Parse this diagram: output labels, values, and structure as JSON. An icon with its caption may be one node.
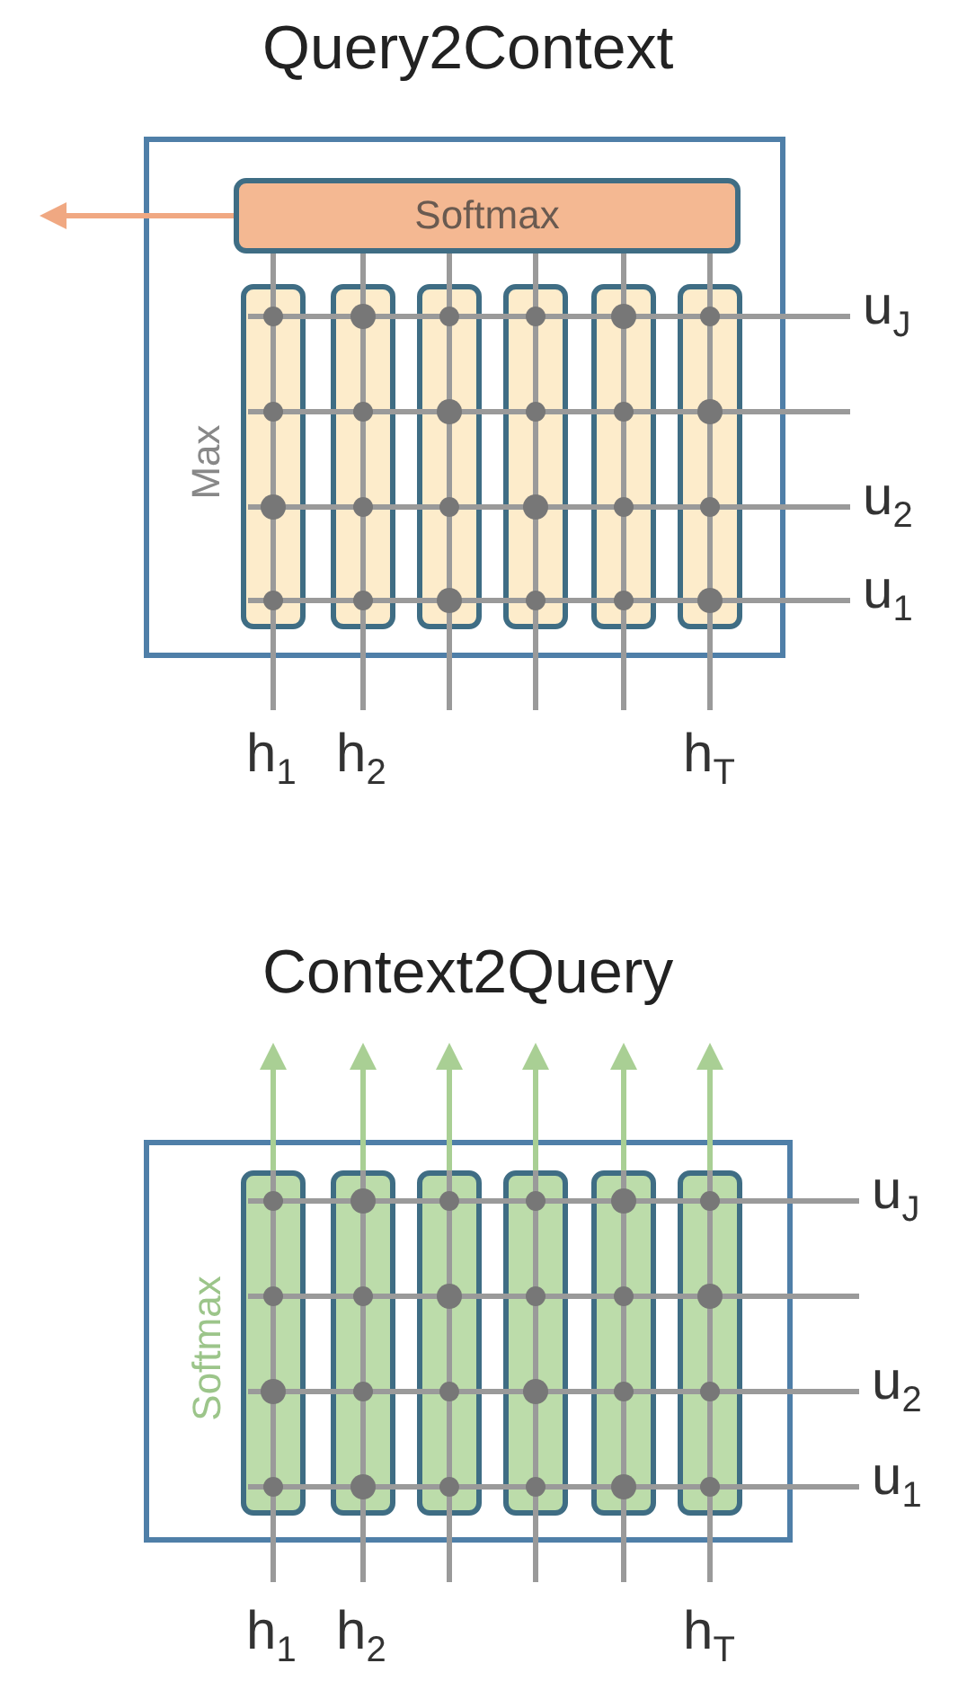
{
  "diagram": {
    "nodes": [
      {
        "text": [
          "Query2Context",
          "Max"
        ]
      },
      {
        "text": [
          "Softmax"
        ],
        "in": 0
      },
      {
        "text": [],
        "shape": "box",
        "in": 0
      },
      {
        "text": [],
        "shape": "box",
        "in": 0
      },
      {
        "text": [],
        "shape": "box",
        "in": 0
      },
      {
        "text": [],
        "shape": "box",
        "in": 0
      },
      {
        "text": [],
        "shape": "box",
        "in": 0
      },
      {
        "text": [],
        "shape": "box",
        "in": 0
      },
      {
        "text": [
          "Context2Query",
          "Softmax"
        ]
      },
      {
        "text": [],
        "shape": "box",
        "in": 8
      },
      {
        "text": [],
        "shape": "box",
        "in": 8
      },
      {
        "text": [],
        "shape": "box",
        "in": 8
      },
      {
        "text": [],
        "shape": "box",
        "in": 8
      },
      {
        "text": [],
        "shape": "box",
        "in": 8
      },
      {
        "text": [],
        "shape": "box",
        "in": 8
      }
    ],
    "edges": [
      {
        "from": 1,
        "to": null,
        "arrow": "to",
        "color": "#f0a882"
      },
      {
        "from": 2,
        "to": 1,
        "arrow": "none"
      },
      {
        "from": 3,
        "to": 1,
        "arrow": "none"
      },
      {
        "from": 4,
        "to": 1,
        "arrow": "none"
      },
      {
        "from": 5,
        "to": 1,
        "arrow": "none"
      },
      {
        "from": 6,
        "to": 1,
        "arrow": "none"
      },
      {
        "from": 7,
        "to": 1,
        "arrow": "none"
      },
      {
        "from": 9,
        "to": null,
        "arrow": "to",
        "color": "#a9cf94"
      },
      {
        "from": 10,
        "to": null,
        "arrow": "to",
        "color": "#a9cf94"
      },
      {
        "from": 11,
        "to": null,
        "arrow": "to",
        "color": "#a9cf94"
      },
      {
        "from": 12,
        "to": null,
        "arrow": "to",
        "color": "#a9cf94"
      },
      {
        "from": 13,
        "to": null,
        "arrow": "to",
        "color": "#a9cf94"
      },
      {
        "from": 14,
        "to": null,
        "arrow": "to",
        "color": "#a9cf94"
      }
    ],
    "labels": [
      "u$_{J}$",
      "u$_{2}$",
      "u$_{1}$",
      "h$_{1}$",
      "h$_{2}$",
      "h$_{T}$",
      "u$_{J}$",
      "u$_{2}$",
      "u$_{1}$",
      "h$_{1}$",
      "h$_{2}$",
      "h$_{T}$"
    ]
  }
}
